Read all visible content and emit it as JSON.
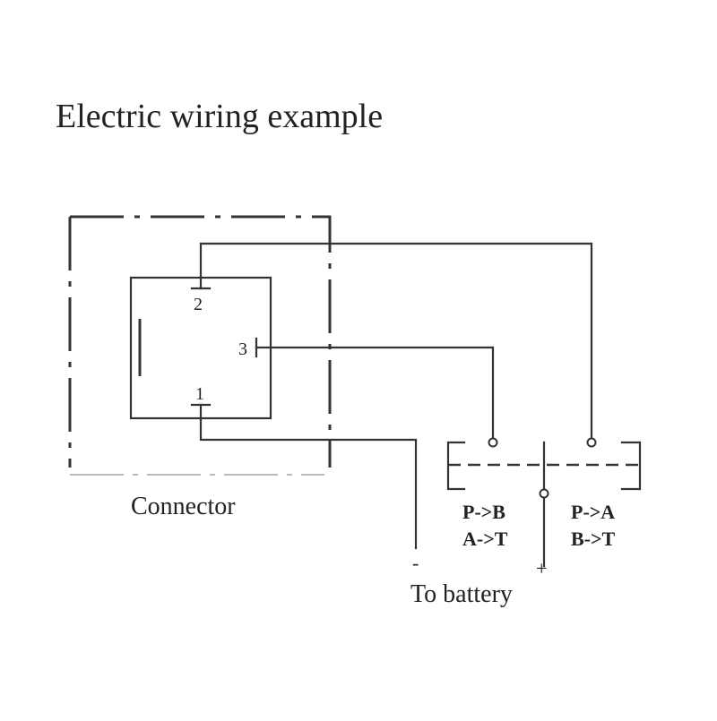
{
  "title": "Electric wiring example",
  "connector": {
    "label": "Connector",
    "pins": {
      "pin1": "1",
      "pin2": "2",
      "pin3": "3"
    }
  },
  "valve": {
    "left_labels": {
      "line1": "P->B",
      "line2": "A->T"
    },
    "right_labels": {
      "line1": "P->A",
      "line2": "B->T"
    }
  },
  "battery": {
    "label": "To battery",
    "negative": "-",
    "positive": "+"
  },
  "colors": {
    "line": "#333333",
    "text": "#222222",
    "background": "#ffffff"
  }
}
